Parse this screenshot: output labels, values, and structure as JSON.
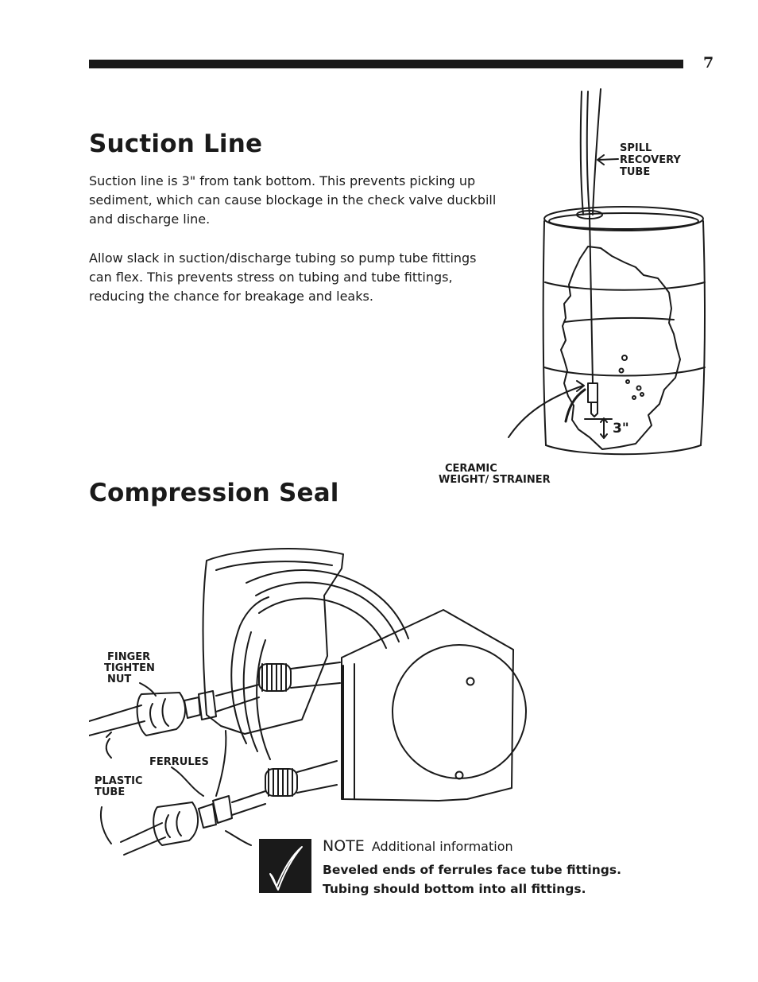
{
  "page_number": "7",
  "sections": {
    "suction": {
      "title": "Suction Line",
      "paragraph1": [
        "Suction line is 3\" from tank bottom. This prevents picking up",
        "sediment, which can cause blockage in the check valve duckbill",
        "and discharge line."
      ],
      "paragraph2": [
        "Allow slack in suction/discharge tubing so pump tube fittings",
        "can flex. This prevents stress on tubing and tube fittings,",
        "reducing the chance for breakage and leaks."
      ]
    },
    "compression": {
      "title": "Compression Seal"
    }
  },
  "barrel_figure": {
    "label_spill": [
      "SPILL",
      "RECOVERY",
      "TUBE"
    ],
    "label_depth": "3\"",
    "label_weight": [
      "CERAMIC",
      "WEIGHT/ STRAINER"
    ]
  },
  "pump_figure": {
    "label_nut": [
      "FINGER",
      "TIGHTEN",
      "NUT"
    ],
    "label_ferrules": "FERRULES",
    "label_tube": [
      "PLASTIC",
      "TUBE"
    ]
  },
  "note": {
    "title": "NOTE",
    "subtitle": "Additional information",
    "lines": [
      "Beveled ends of ferrules face tube fittings.",
      "Tubing should bottom into all fittings."
    ]
  },
  "colors": {
    "ink": "#1a1a1a",
    "paper": "#ffffff"
  },
  "icons": [
    "checkmark-icon"
  ]
}
